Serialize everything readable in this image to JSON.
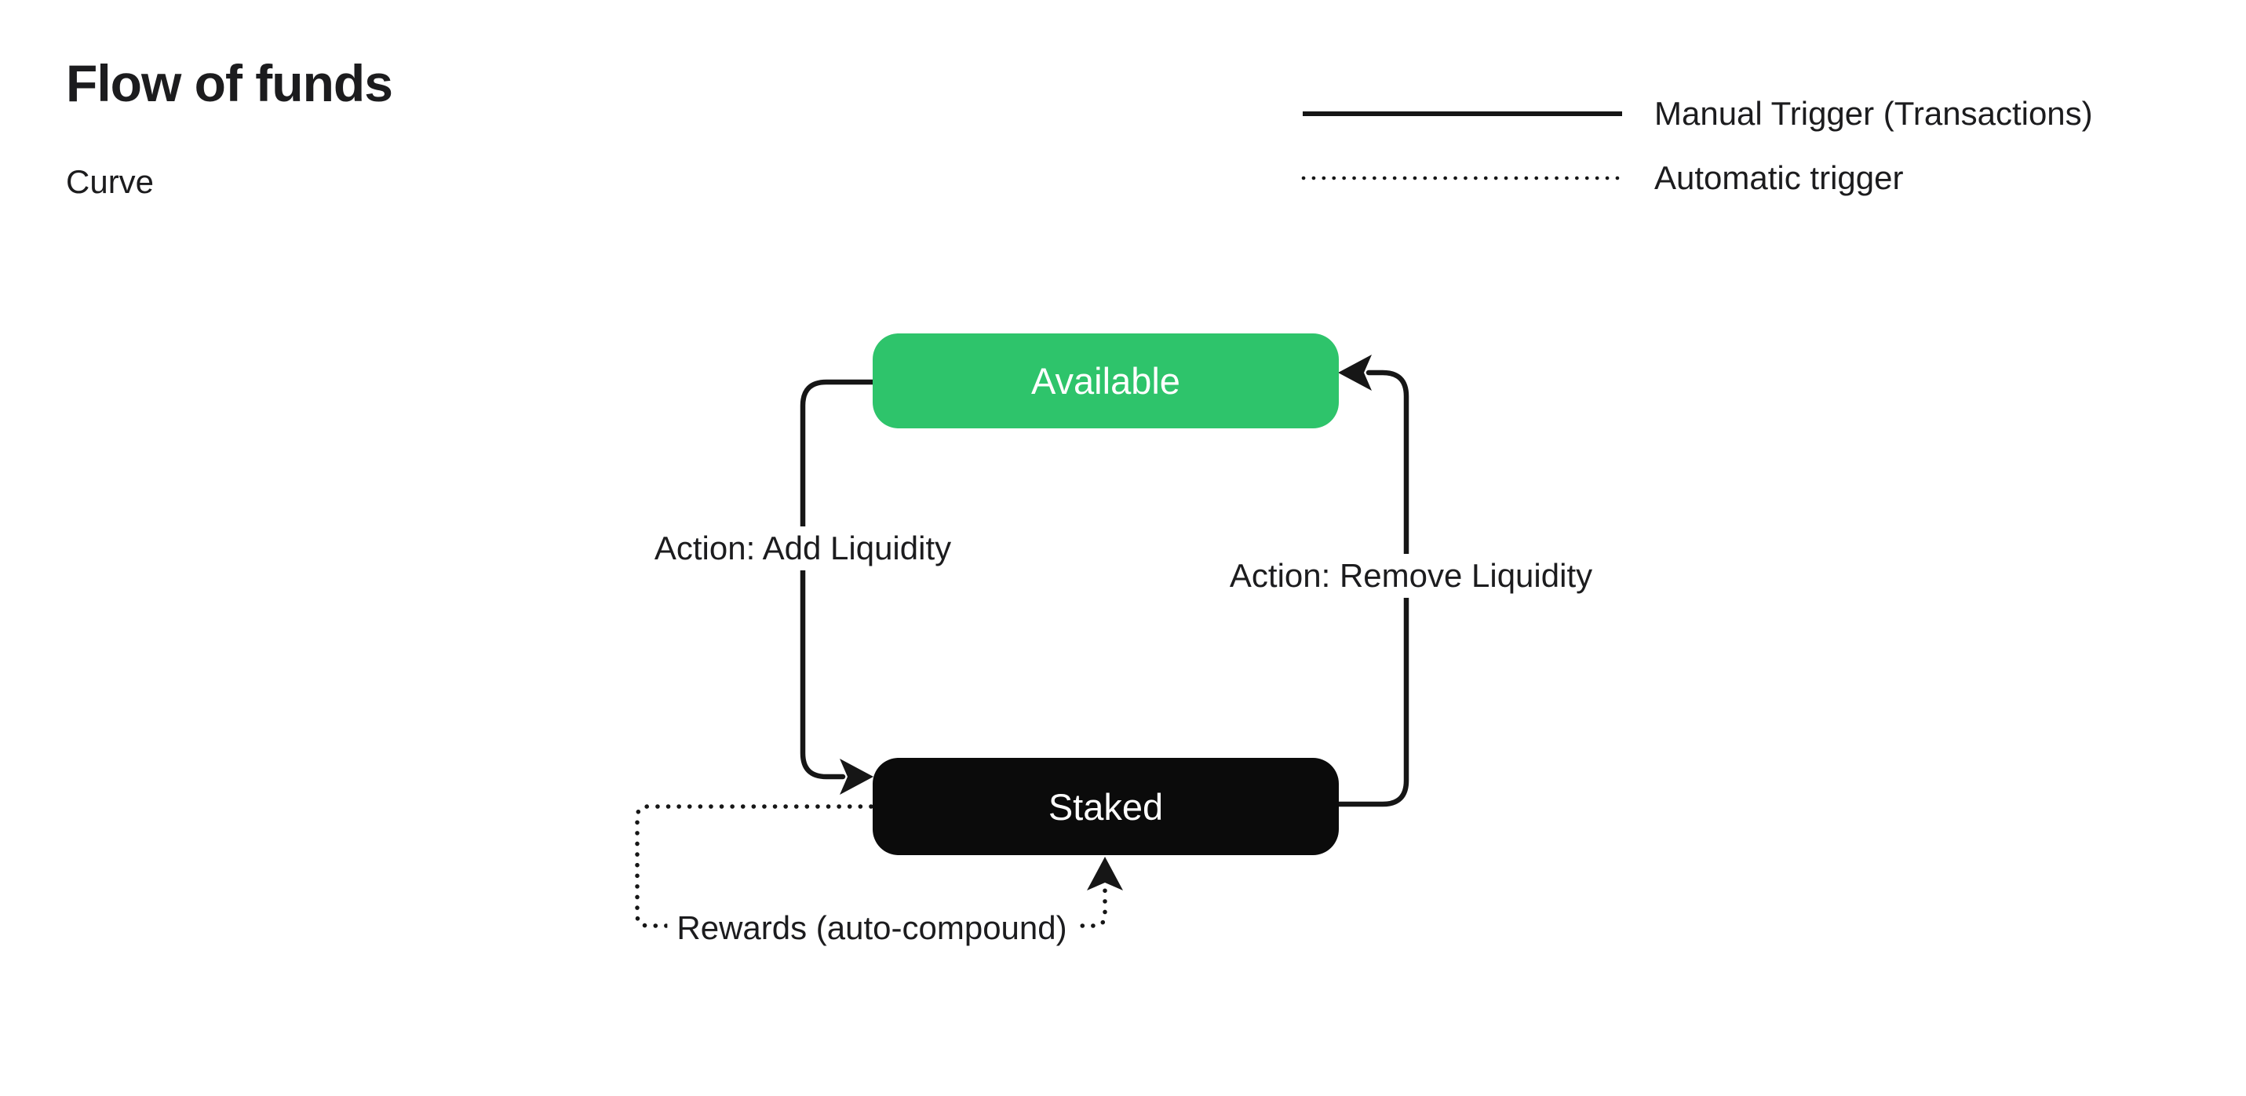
{
  "header": {
    "title": "Flow of funds",
    "subtitle": "Curve"
  },
  "legend": {
    "items": [
      {
        "label": "Manual Trigger (Transactions)",
        "line_style": "solid"
      },
      {
        "label": "Automatic trigger",
        "line_style": "dotted"
      }
    ]
  },
  "nodes": {
    "available": {
      "label": "Available",
      "fill": "#2ec46b",
      "text_color": "#ffffff"
    },
    "staked": {
      "label": "Staked",
      "fill": "#0b0b0b",
      "text_color": "#ffffff"
    }
  },
  "edges": {
    "add_liquidity": {
      "label": "Action: Add Liquidity",
      "from": "Available",
      "to": "Staked",
      "trigger": "manual"
    },
    "remove_liquidity": {
      "label": "Action: Remove Liquidity",
      "from": "Staked",
      "to": "Available",
      "trigger": "manual"
    },
    "rewards": {
      "label": "Rewards (auto-compound)",
      "from": "Staked",
      "to": "Staked",
      "trigger": "automatic"
    }
  },
  "colors": {
    "background": "#ffffff",
    "line": "#161616",
    "text": "#1c1c1e",
    "node_green": "#2ec46b",
    "node_black": "#0b0b0b"
  }
}
